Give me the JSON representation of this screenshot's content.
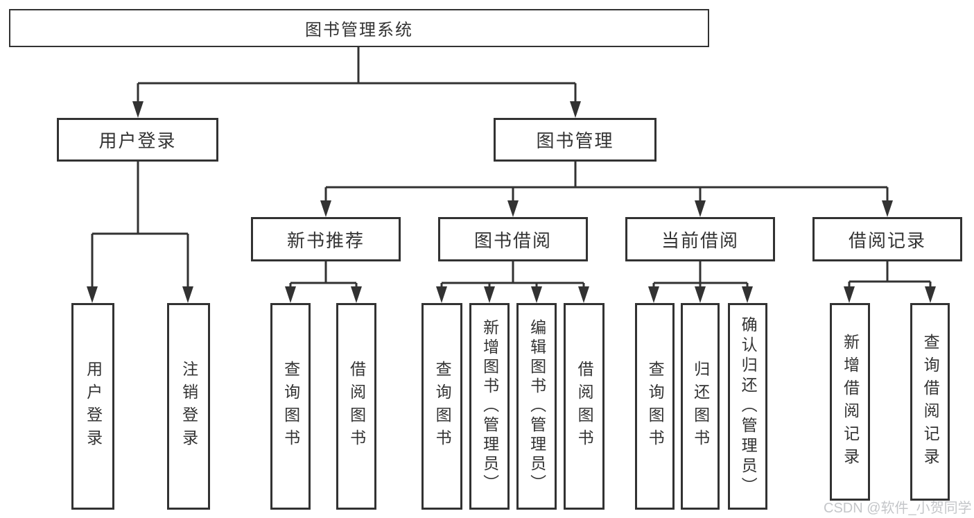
{
  "watermark": "CSDN @软件_小贺同学",
  "colors": {
    "line": "#323232",
    "text": "#333333",
    "watermark": "#c4c6c9",
    "background": "#ffffff"
  },
  "tree": {
    "root": "图书管理系统",
    "user_login": {
      "label": "用户登录",
      "children": [
        "用户登录",
        "注销登录"
      ]
    },
    "book_management": {
      "label": "图书管理",
      "sections": {
        "new_books": {
          "label": "新书推荐",
          "children": [
            "查询图书",
            "借阅图书"
          ]
        },
        "borrowing": {
          "label": "图书借阅",
          "children": [
            "查询图书",
            "新增图书（管理员）",
            "编辑图书（管理员）",
            "借阅图书"
          ]
        },
        "current": {
          "label": "当前借阅",
          "children": [
            "查询图书",
            "归还图书",
            "确认归还（管理员）"
          ]
        },
        "records": {
          "label": "借阅记录",
          "children": [
            "新增借阅记录",
            "查询借阅记录"
          ]
        }
      }
    }
  }
}
